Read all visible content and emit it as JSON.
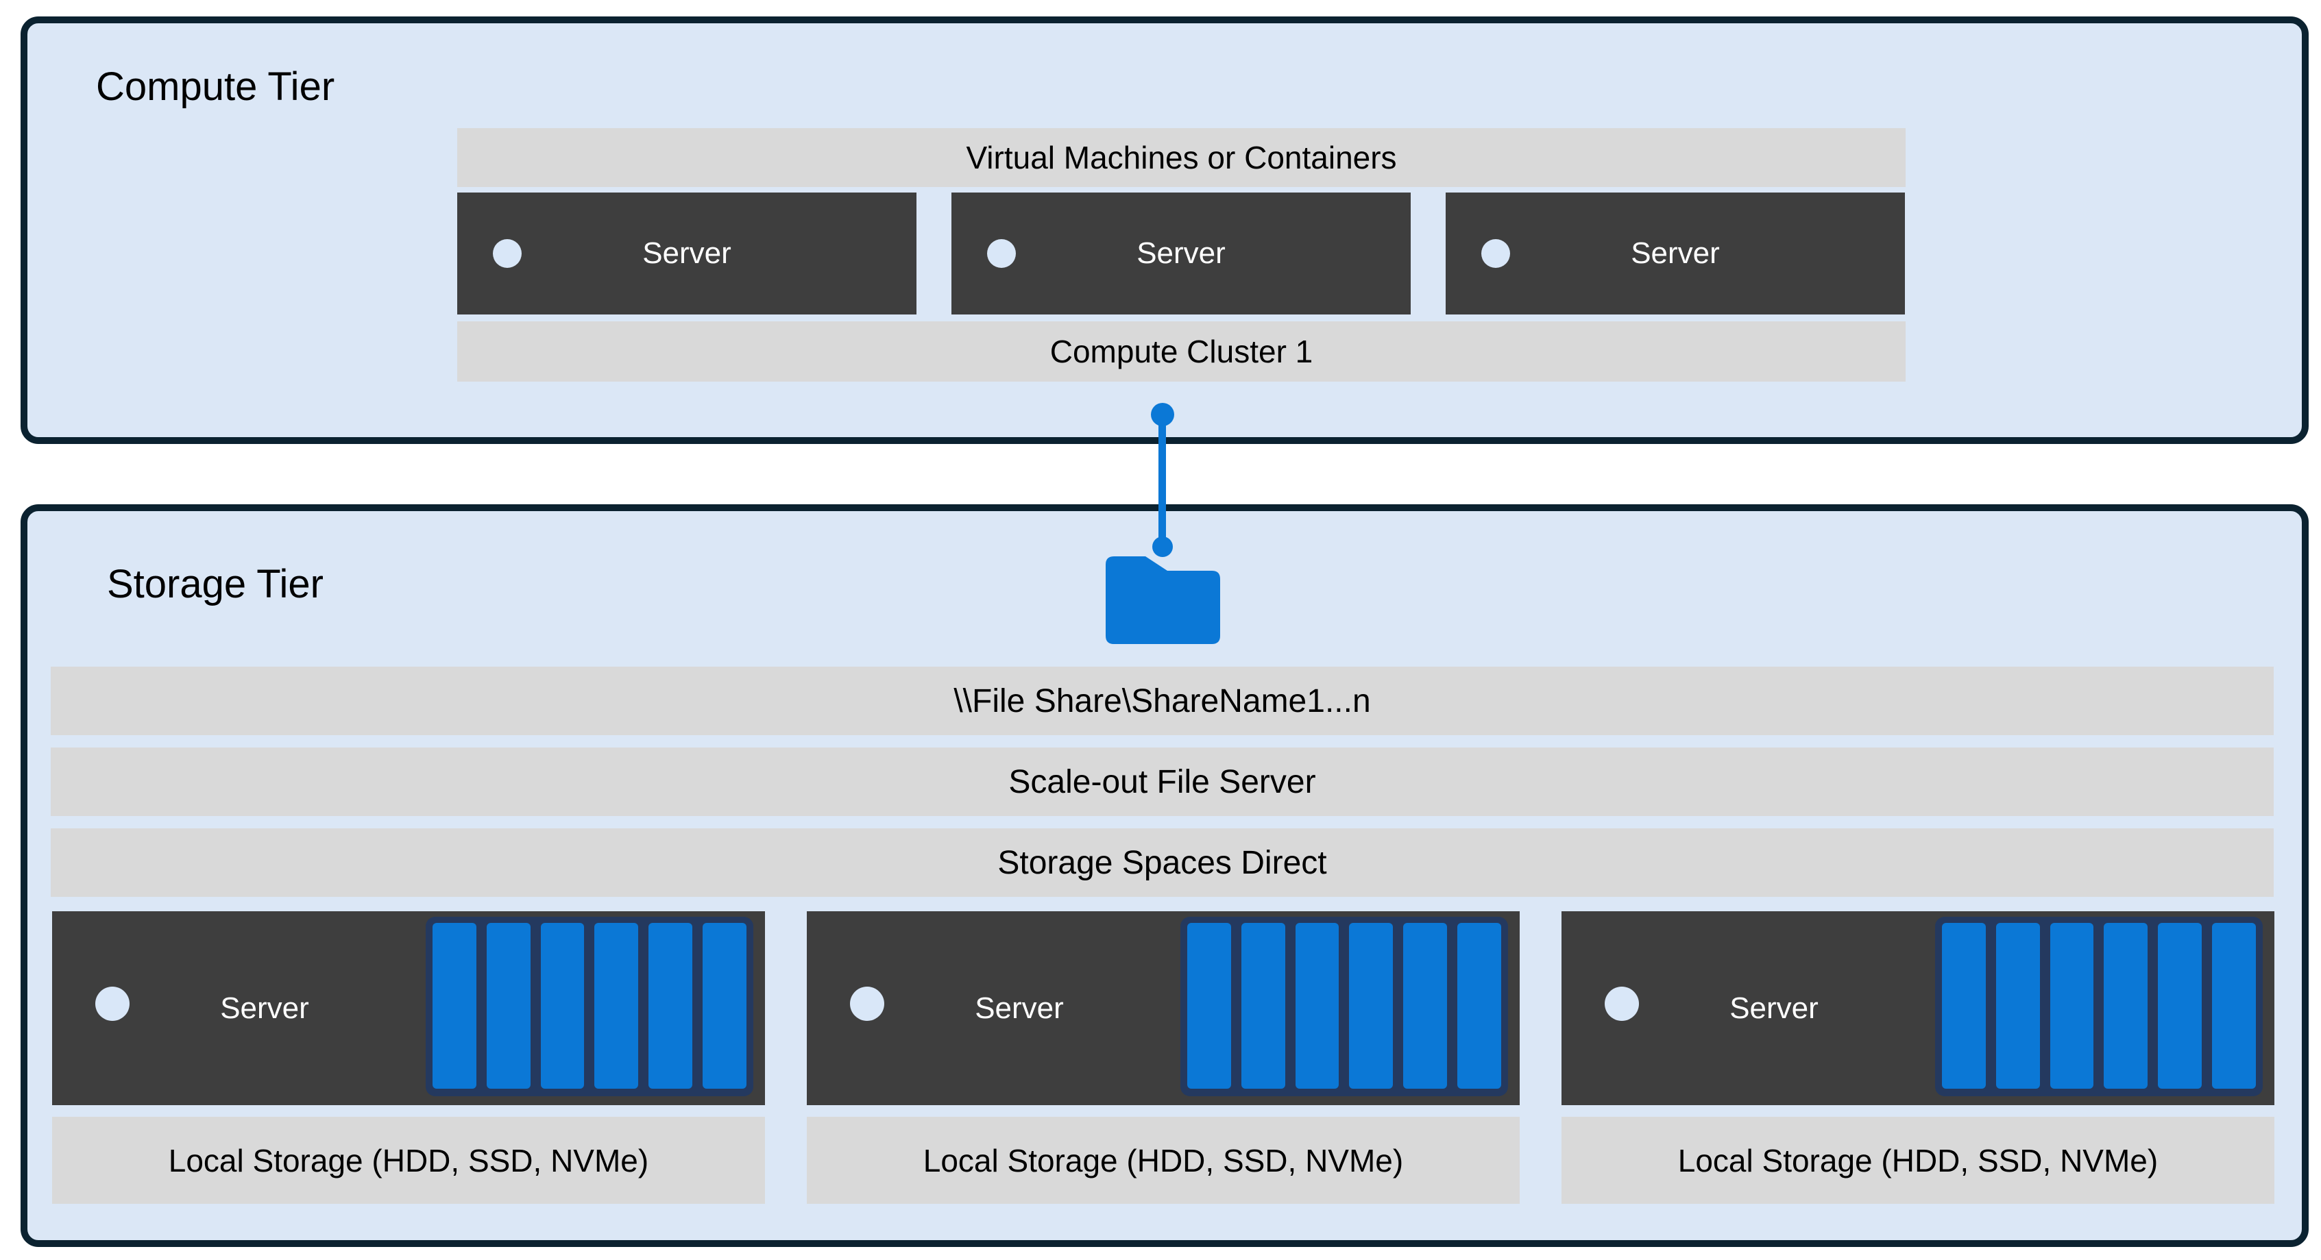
{
  "diagram": {
    "compute_tier": {
      "title": "Compute Tier",
      "vm_bar": "Virtual Machines or Containers",
      "servers": [
        "Server",
        "Server",
        "Server"
      ],
      "cluster_bar": "Compute Cluster 1"
    },
    "storage_tier": {
      "title": "Storage Tier",
      "file_share_bar": "\\\\File Share\\ShareName1...n",
      "sofs_bar": "Scale-out File Server",
      "s2d_bar": "Storage Spaces Direct",
      "groups": [
        {
          "server": "Server",
          "disks": 6,
          "local_storage": "Local Storage (HDD, SSD, NVMe)"
        },
        {
          "server": "Server",
          "disks": 6,
          "local_storage": "Local Storage (HDD, SSD, NVMe)"
        },
        {
          "server": "Server",
          "disks": 6,
          "local_storage": "Local Storage (HDD, SSD, NVMe)"
        }
      ]
    },
    "colors": {
      "tier_bg": "#dbe7f6",
      "tier_border": "#0b2230",
      "bar_bg": "#d9d9d9",
      "server_bg": "#3e3e3e",
      "accent_blue": "#0b78d6",
      "disk_frame": "#24395f",
      "circle": "#d9e7f8"
    }
  }
}
